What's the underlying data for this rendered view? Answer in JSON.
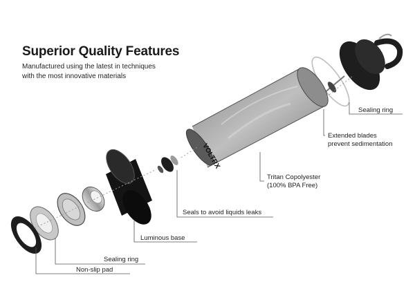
{
  "header": {
    "title": "Superior Quality Features",
    "subtitle_line1": "Manufactured using the latest in techniques",
    "subtitle_line2": "with the most innovative materials"
  },
  "bottle_brand": "VOLTRX",
  "callouts": {
    "sealing_ring_top": "Sealing ring",
    "blades_line1": "Extended blades",
    "blades_line2": "prevent sedimentation",
    "tritan_line1": "Tritan Copolyester",
    "tritan_line2": "(100% BPA Free)",
    "seals": "Seals to avoid liquids leaks",
    "luminous_base": "Luminous base",
    "sealing_ring_bottom": "Sealing ring",
    "non_slip_pad": "Non-slip pad"
  }
}
